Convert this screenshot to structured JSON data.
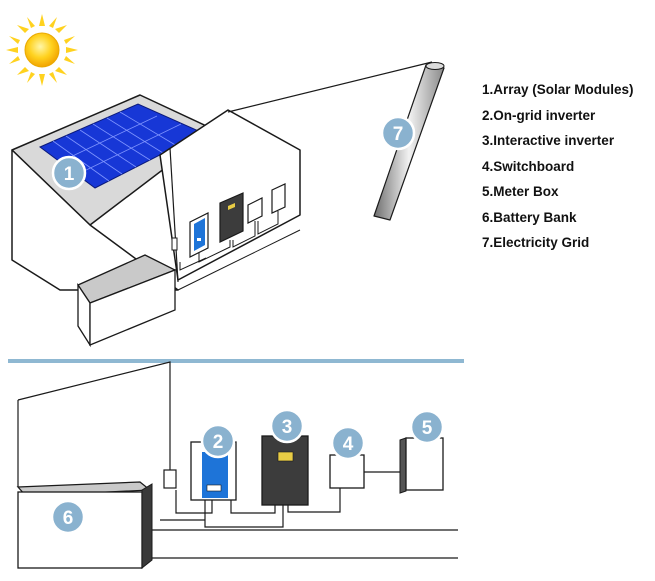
{
  "legend": {
    "items": [
      "1.Array (Solar Modules)",
      "2.On-grid inverter",
      "3.Interactive inverter",
      "4.Switchboard",
      "5.Meter Box",
      "6.Battery Bank",
      "7.Electricity Grid"
    ]
  },
  "badges": {
    "array": "1",
    "ongrid_inverter": "2",
    "interactive_inverter": "3",
    "switchboard": "4",
    "meter_box": "5",
    "battery_bank": "6",
    "electricity_grid": "7"
  },
  "colors": {
    "badge_fill": "#8ab2cf",
    "badge_stroke": "#ffffff",
    "panel_blue": "#1737d6",
    "inverter_blue": "#1e74d8",
    "inverter_dark": "#3c3c3c",
    "display_yellow": "#e8cc45",
    "divider": "#8fb8d2",
    "sun": "#ffd21f"
  }
}
